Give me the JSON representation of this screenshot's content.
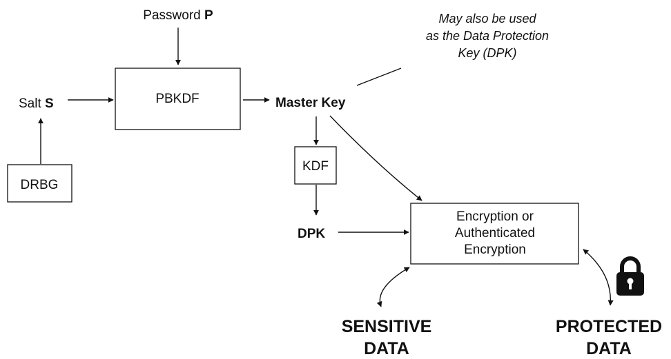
{
  "password": {
    "prefix": "Password ",
    "var": "P"
  },
  "salt": {
    "prefix": "Salt ",
    "var": "S"
  },
  "boxes": {
    "pbkdf": "PBKDF",
    "drbg": "DRBG",
    "kdf": "KDF",
    "encryption": [
      "Encryption or",
      "Authenticated",
      "Encryption"
    ]
  },
  "master_key": "Master Key",
  "dpk": "DPK",
  "note": [
    "May also be used",
    "as the Data Protection",
    "Key (DPK)"
  ],
  "sensitive": [
    "SENSITIVE",
    "DATA"
  ],
  "protected": [
    "PROTECTED",
    "DATA"
  ],
  "icons": {
    "lock": "padlock-icon"
  }
}
